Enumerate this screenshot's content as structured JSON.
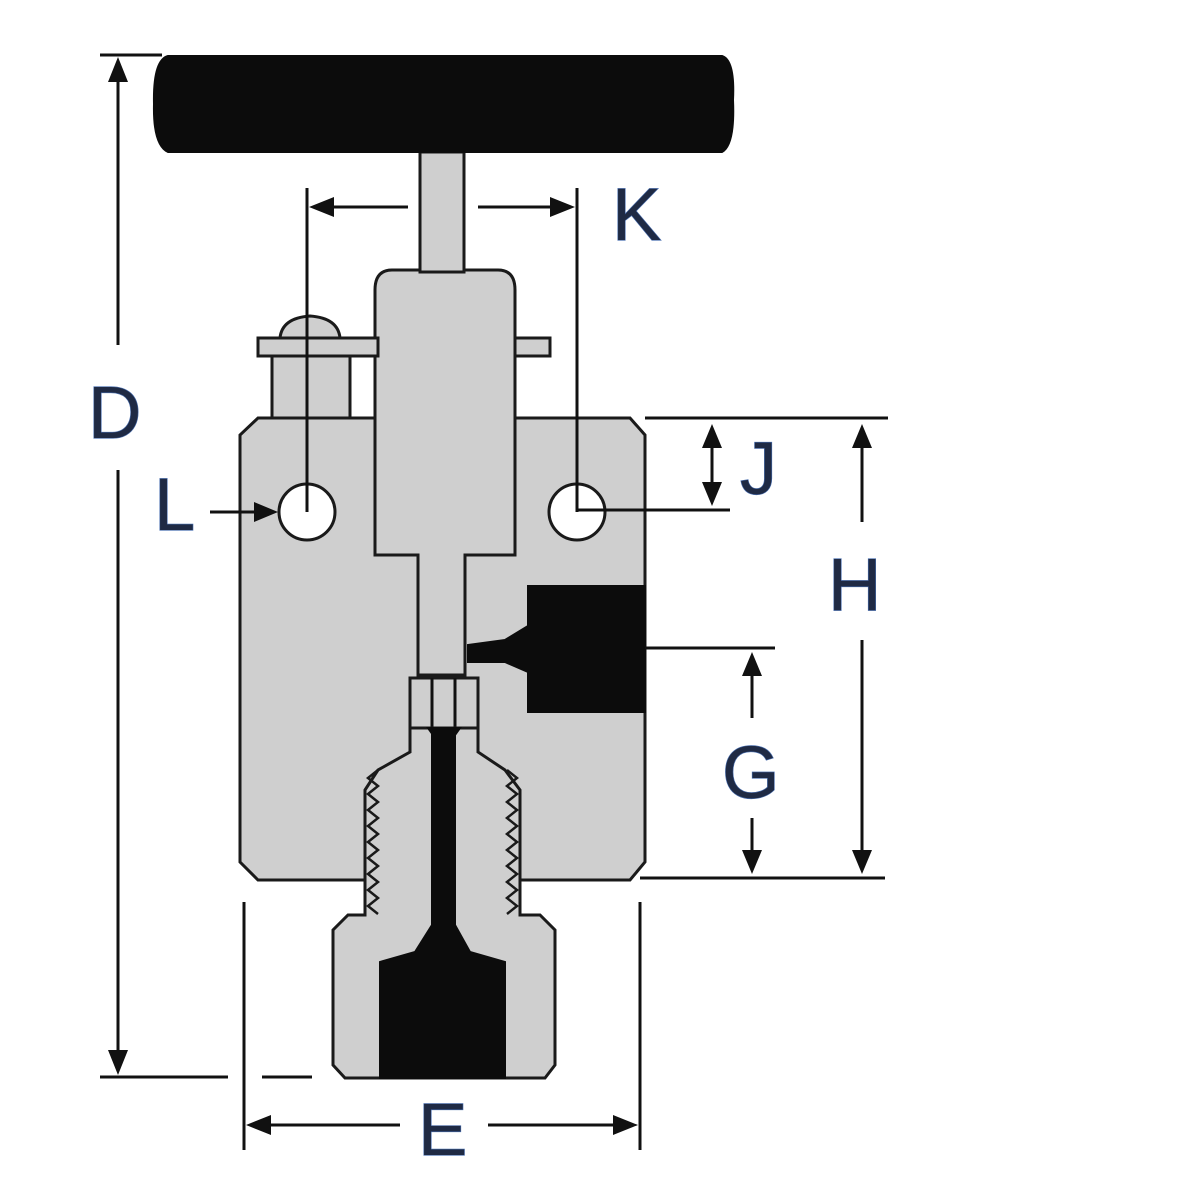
{
  "diagram": {
    "labels": {
      "d": "D",
      "e": "E",
      "g": "G",
      "h": "H",
      "j": "J",
      "k": "K",
      "l": "L"
    },
    "colors": {
      "body": "#cfcfcf",
      "dark_fill": "#0c0c0c",
      "label_text": "#1f2a44",
      "label_outline": "#4a6fb0"
    }
  }
}
